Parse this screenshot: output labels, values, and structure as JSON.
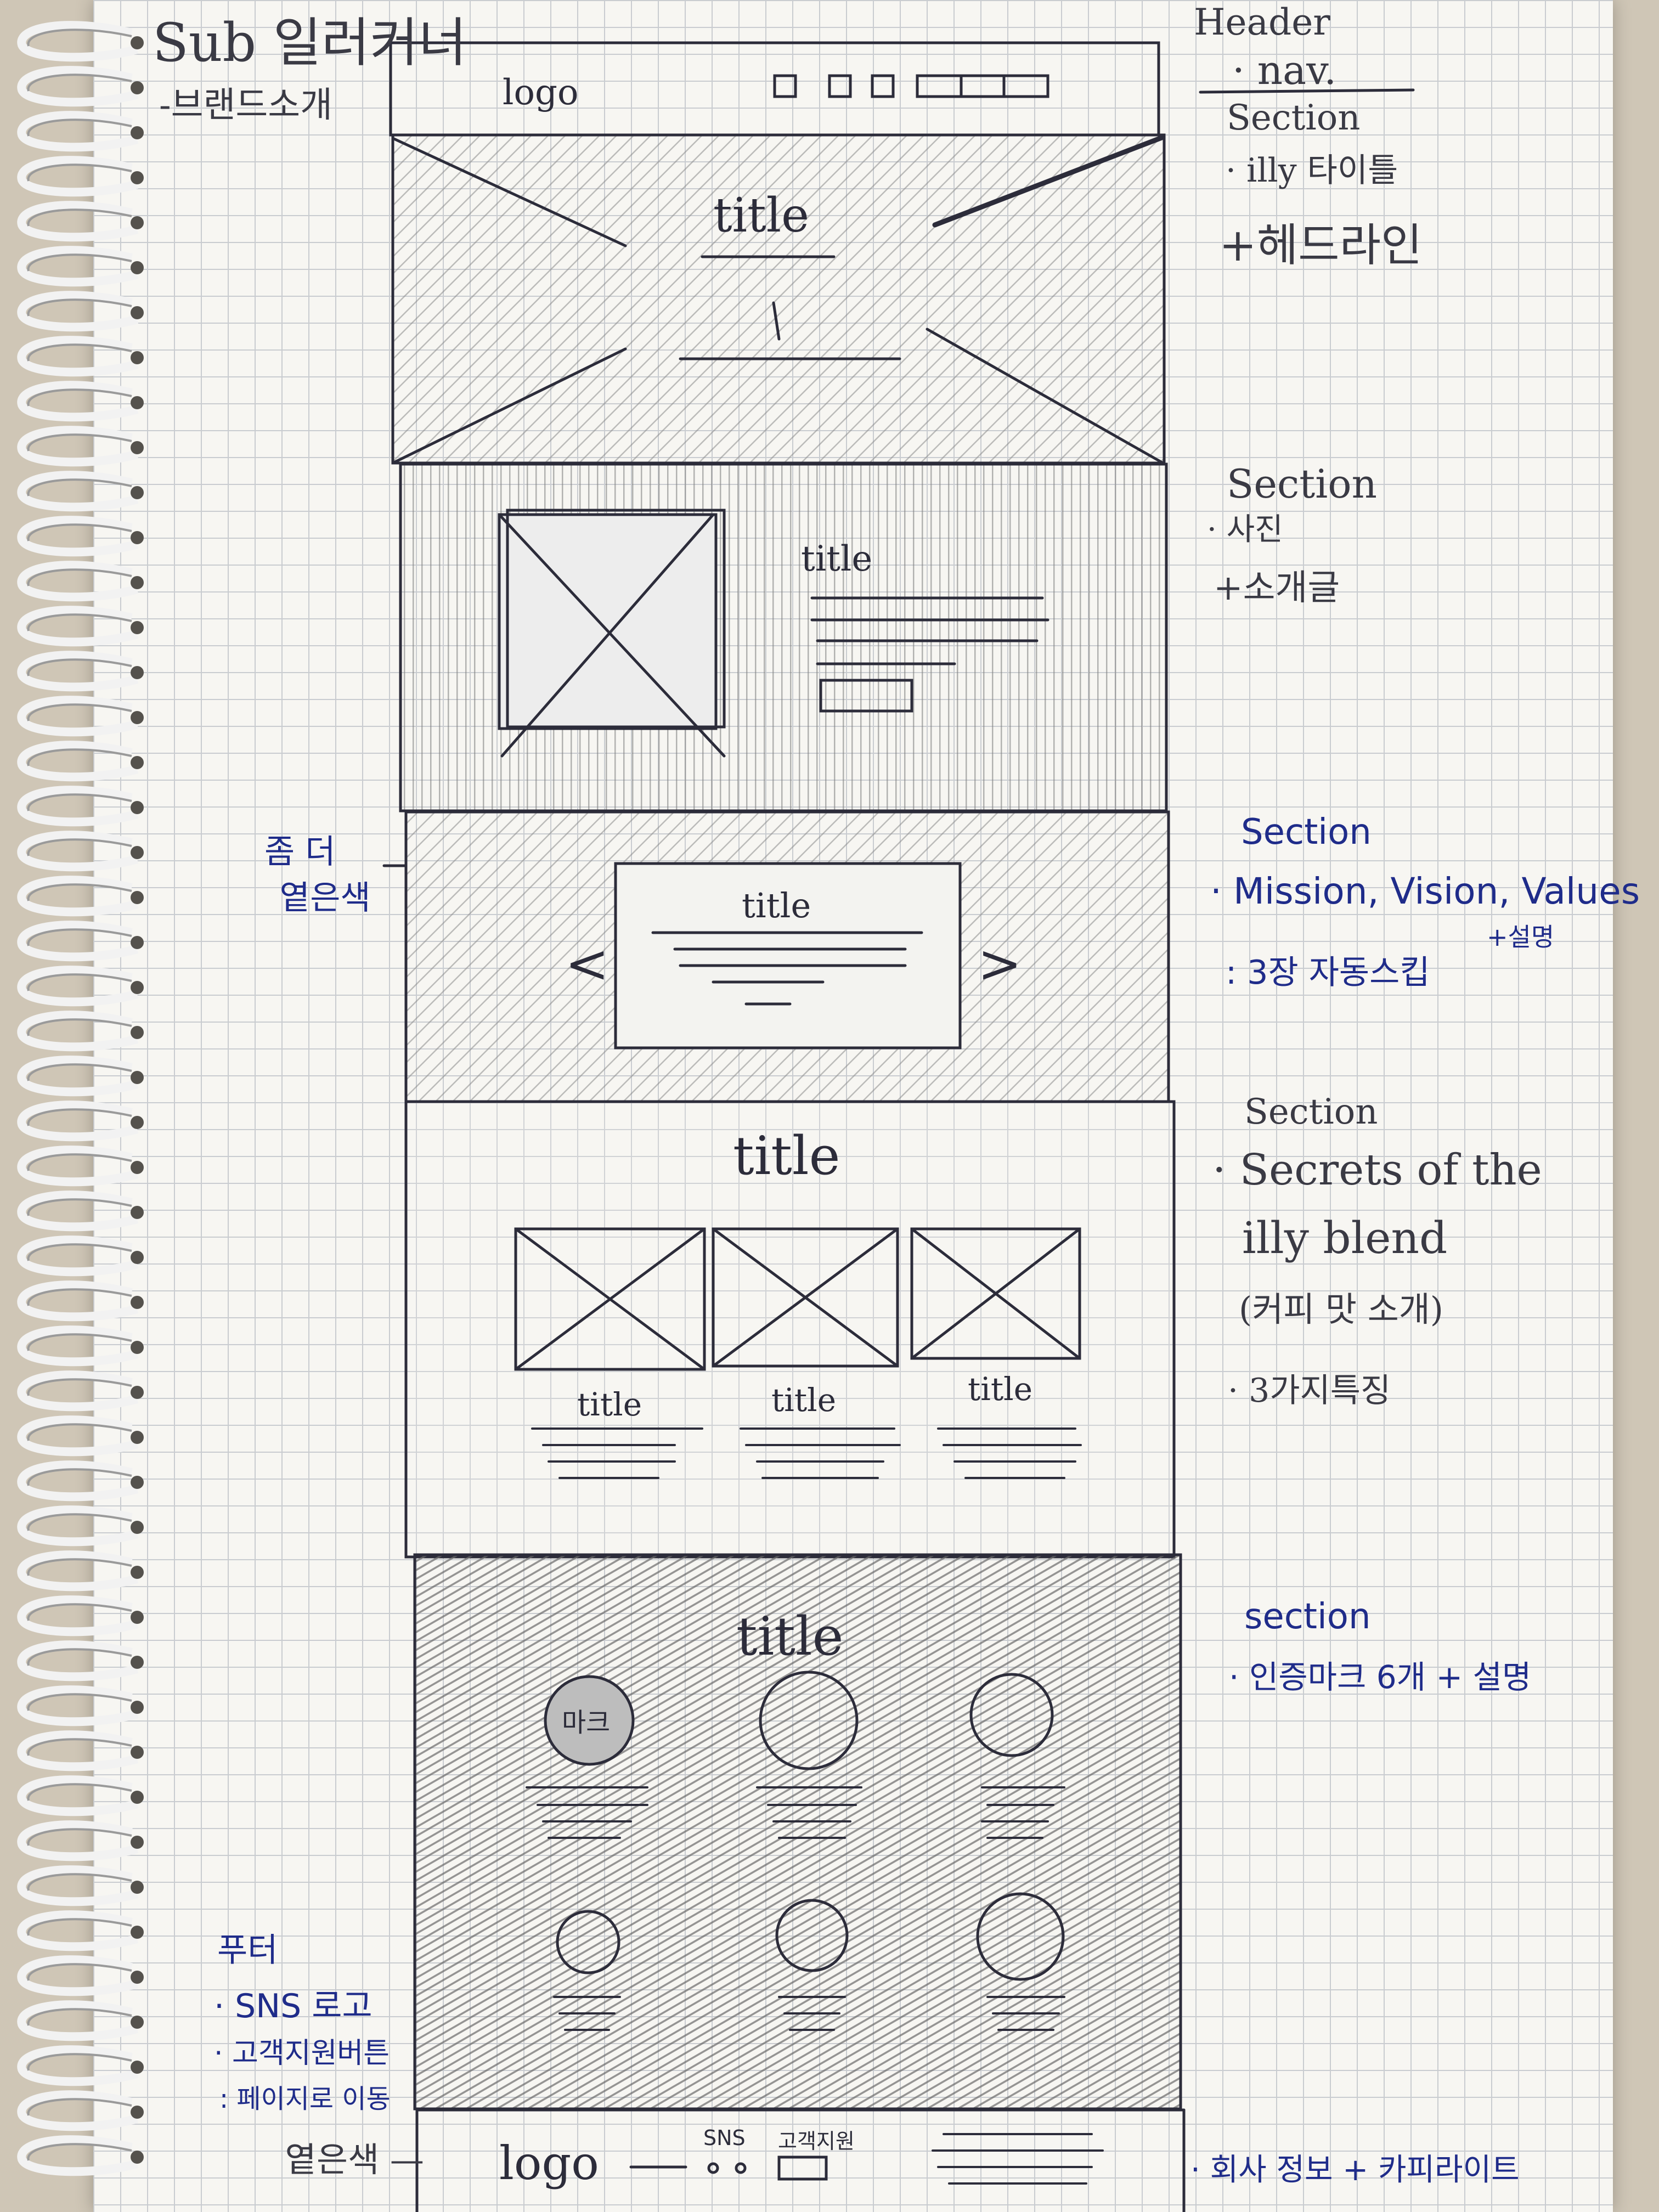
{
  "page": {
    "title_top": "Sub 일러커너",
    "subtitle_top": "-브랜드소개",
    "colors": {
      "paper": "#f7f6f2",
      "grid": "#c9ccd0",
      "pencil": "#3a3a44",
      "pen": "#1f2c8a"
    }
  },
  "wireframe": {
    "header_logo": "logo",
    "hero_title": "title",
    "intro_title": "title",
    "slider_title": "title",
    "slider_prev": "<",
    "slider_next": ">",
    "blend_title": "title",
    "blend_cards": [
      "title",
      "title",
      "title"
    ],
    "cert_title": "title",
    "cert_mark": "마크",
    "footer_logo": "logo",
    "footer_sns": "SNS",
    "footer_support": "고객지원"
  },
  "notes_right": {
    "header": "Header",
    "header_nav": "· nav.",
    "section1": "Section",
    "section1_a": "· illy 타이틀",
    "section1_b": "+헤드라인",
    "section2": "Section",
    "section2_a": "· 사진",
    "section2_b": "+소개글",
    "section3": "Section",
    "section3_a": "· Mission, Vision, Values",
    "section3_b": "+설명",
    "section3_c": ": 3장 자동스킵",
    "section4": "Section",
    "section4_a": "· Secrets of the",
    "section4_b": "illy blend",
    "section4_c": "(커피 맛 소개)",
    "section4_d": "· 3가지특징",
    "section5": "section",
    "section5_a": "· 인증마크 6개 + 설명",
    "footer_note": "· 회사 정보 + 카피라이트"
  },
  "notes_left": {
    "slider_color_1": "좀 더",
    "slider_color_2": "옅은색",
    "footer": "푸터",
    "footer_a": "· SNS 로고",
    "footer_b": "· 고객지원버튼",
    "footer_c": ": 페이지로 이동",
    "footer_color": "옅은색 —"
  }
}
